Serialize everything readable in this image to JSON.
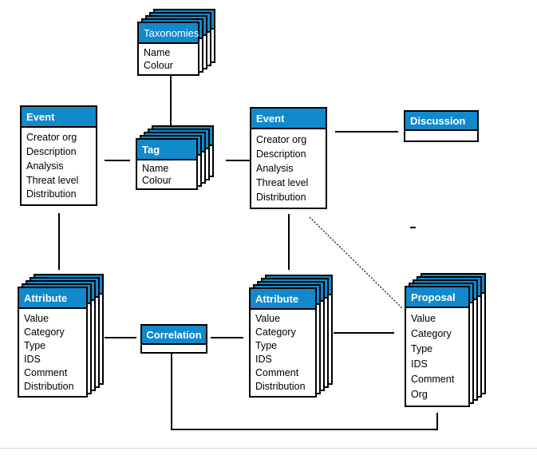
{
  "diagram": {
    "type": "entity-relationship",
    "entities": {
      "taxonomies": {
        "title": "Taxonomies",
        "fields": [
          "Name",
          "Colour"
        ],
        "stacked": true
      },
      "event_left": {
        "title": "Event",
        "fields": [
          "Creator org",
          "Description",
          "Analysis",
          "Threat level",
          "Distribution"
        ],
        "stacked": false
      },
      "tag": {
        "title": "Tag",
        "fields": [
          "Name",
          "Colour"
        ],
        "stacked": true
      },
      "event_center": {
        "title": "Event",
        "fields": [
          "Creator org",
          "Description",
          "Analysis",
          "Threat level",
          "Distribution"
        ],
        "stacked": false
      },
      "discussion": {
        "title": "Discussion",
        "fields": [],
        "stacked": false
      },
      "attribute_left": {
        "title": "Attribute",
        "fields": [
          "Value",
          "Category",
          "Type",
          "IDS",
          "Comment",
          "Distribution"
        ],
        "stacked": true
      },
      "correlation": {
        "title": "Correlation",
        "fields": [],
        "stacked": false
      },
      "attribute_center": {
        "title": "Attribute",
        "fields": [
          "Value",
          "Category",
          "Type",
          "IDS",
          "Comment",
          "Distribution"
        ],
        "stacked": true
      },
      "proposal": {
        "title": "Proposal",
        "fields": [
          "Value",
          "Category",
          "Type",
          "IDS",
          "Comment",
          "Org"
        ],
        "stacked": true
      }
    },
    "relations": [
      "Taxonomies - Tag",
      "Event (left) - Tag",
      "Tag - Event (center)",
      "Event (center) - Discussion",
      "Event (left) - Attribute (left)",
      "Event (center) - Attribute (center)",
      "Event (center) - Proposal (dotted diagonal)",
      "Attribute (left) - Correlation",
      "Correlation - Attribute (center)",
      "Attribute (center) - Proposal",
      "Correlation - Proposal (bottom route)"
    ],
    "colors": {
      "header": "#1289CB",
      "header_text": "#FFFFFF",
      "border": "#000000",
      "line": "#000000",
      "background": "#FFFFFF"
    }
  }
}
